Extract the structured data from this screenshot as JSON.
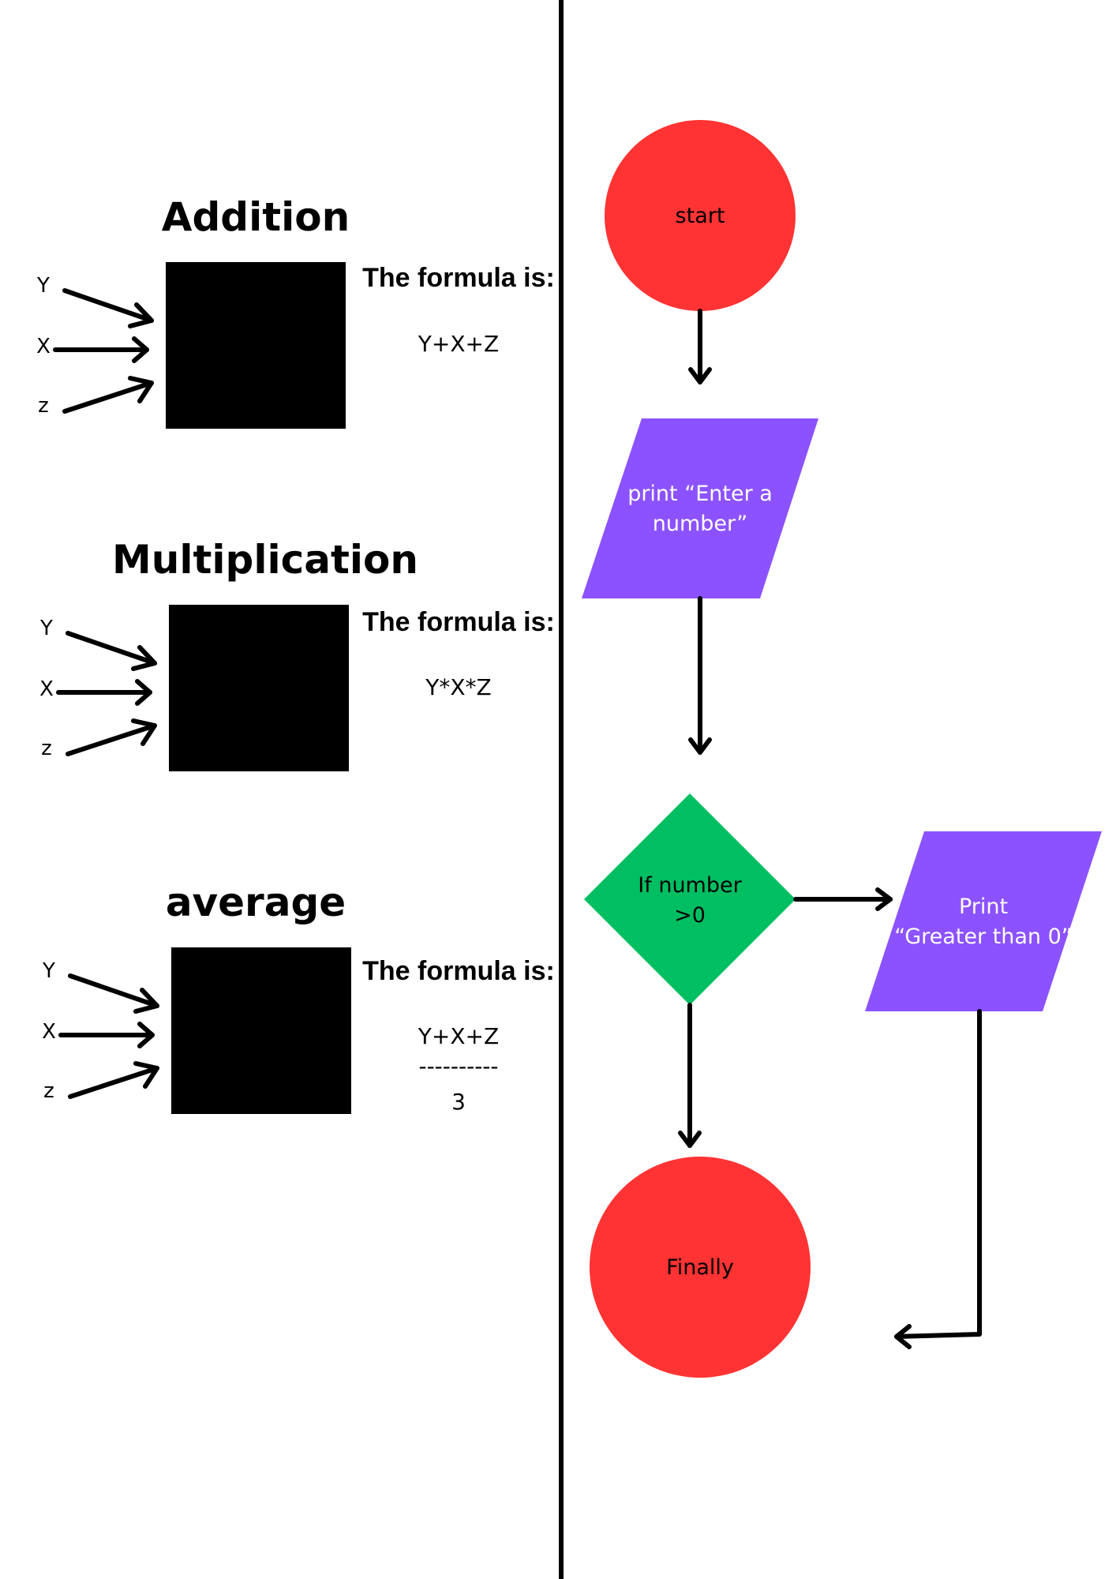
{
  "left_panel": {
    "formula_label": "The formula is:",
    "sections": [
      {
        "title": "Addition",
        "inputs": [
          "Y",
          "X",
          "z"
        ],
        "formula": [
          "Y+X+Z"
        ]
      },
      {
        "title": "Multiplication",
        "inputs": [
          "Y",
          "X",
          "z"
        ],
        "formula": [
          "Y*X*Z"
        ]
      },
      {
        "title": "average",
        "inputs": [
          "Y",
          "X",
          "z"
        ],
        "formula": [
          "Y+X+Z",
          "----------",
          "3"
        ]
      }
    ]
  },
  "flowchart": {
    "start": {
      "text": "start",
      "shape": "circle",
      "color": "#ff3333"
    },
    "input": {
      "lines": [
        "print “Enter a",
        "number”"
      ],
      "shape": "parallelogram",
      "color": "#8c52ff"
    },
    "decision": {
      "lines": [
        "If number",
        ">0"
      ],
      "shape": "diamond",
      "color": "#00bf63"
    },
    "output": {
      "lines": [
        "Print",
        "“Greater than 0”"
      ],
      "shape": "parallelogram",
      "color": "#8c52ff"
    },
    "end": {
      "text": "Finally",
      "shape": "circle",
      "color": "#ff3333"
    }
  },
  "colors": {
    "terminal": "#ff3333",
    "io": "#8c52ff",
    "decision": "#00bf63",
    "box": "#000000",
    "divider": "#000000"
  }
}
